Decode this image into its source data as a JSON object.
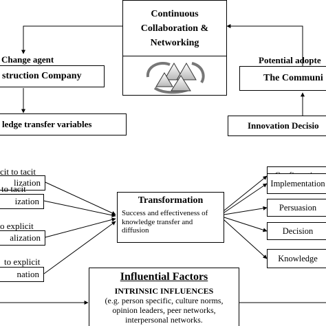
{
  "center_top": {
    "line1": "Continuous",
    "line2": "Collaboration &",
    "line3": "Networking"
  },
  "left": {
    "role": "Change agent",
    "company": "struction Company",
    "variables": "ledge transfer variables",
    "modes": [
      {
        "caption": "cit to tacit",
        "name": "lization"
      },
      {
        "caption": "to tacit",
        "name": "ization"
      },
      {
        "caption": "o explicit",
        "name": "alization"
      },
      {
        "caption": "to explicit",
        "name": "nation"
      }
    ]
  },
  "right": {
    "role": "Potential adopte",
    "community": "The Communi",
    "decision": "Innovation Decisio",
    "stages": [
      "Confirmation",
      "Implementation",
      "Persuasion",
      "Decision",
      "Knowledge"
    ]
  },
  "transformation": {
    "title": "Transformation",
    "line1": "Success and effectiveness of",
    "line2": "knowledge transfer and",
    "line3": "diffusion"
  },
  "factors": {
    "title": "Influential Factors",
    "subtitle": "INTRINSIC INFLUENCES",
    "line1": "(e.g. person specific, culture norms,",
    "line2": "opinion leaders, peer networks,",
    "line3": "interpersonal networks."
  }
}
